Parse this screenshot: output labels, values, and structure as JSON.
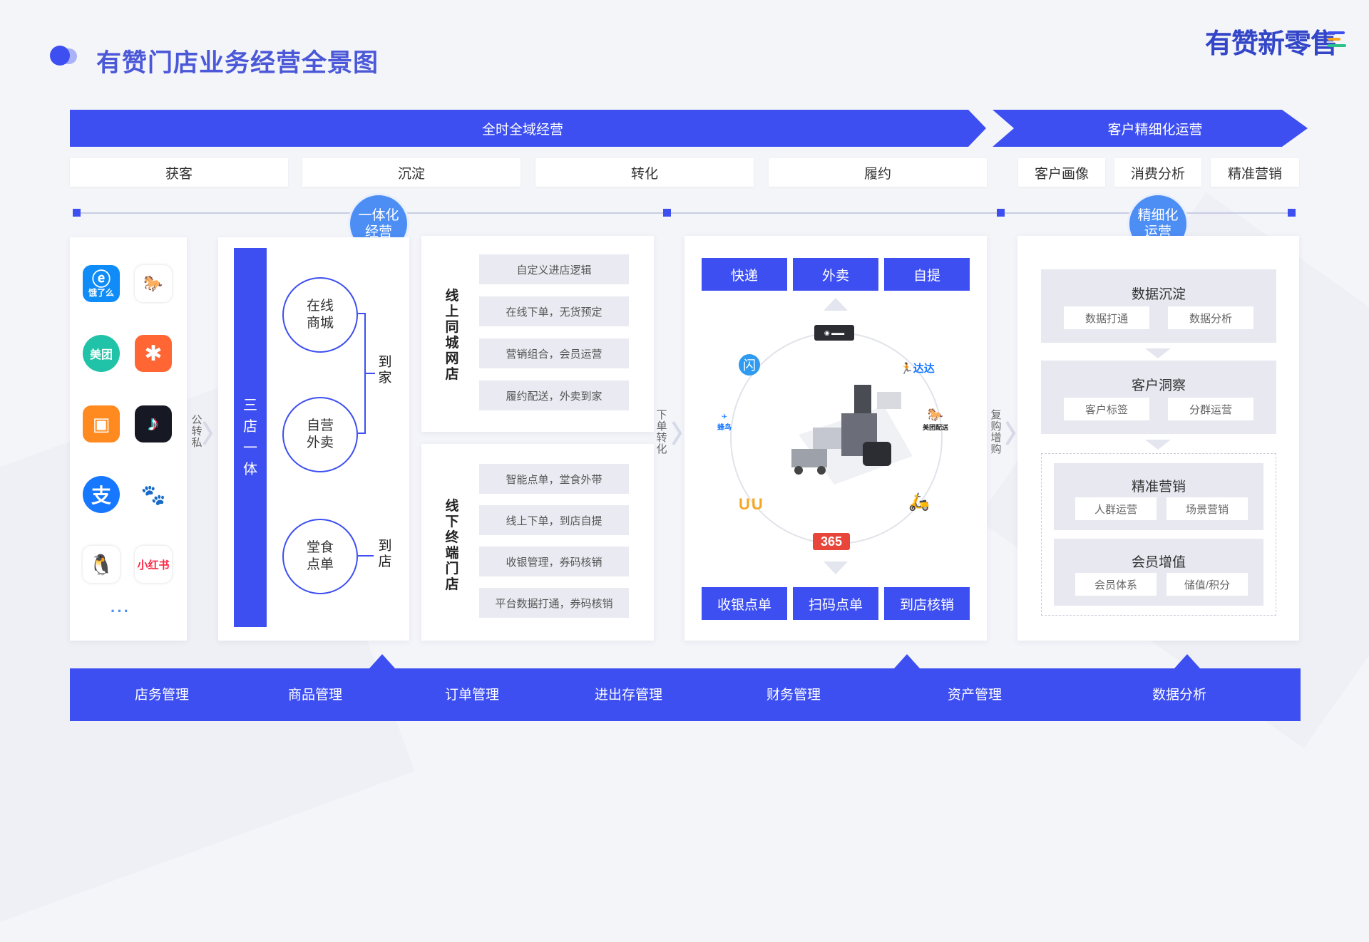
{
  "page": {
    "title": "有赞门店业务经营全景图",
    "logo": "有赞新零售"
  },
  "colors": {
    "primary": "#3d4ff1",
    "circle": "#4d8ef4",
    "logo_bars": [
      "#3d4ff1",
      "#f5a623",
      "#2bc28b"
    ]
  },
  "top_arrows": [
    "全时全域经营",
    "客户精细化运营"
  ],
  "stages": [
    "获客",
    "沉淀",
    "转化",
    "履约",
    "客户画像",
    "消费分析",
    "精准营销"
  ],
  "circle_tags": {
    "left": [
      "一体化",
      "经营"
    ],
    "right": [
      "精细化",
      "运营"
    ]
  },
  "apps": [
    {
      "name": "饿了么",
      "icon": "eleme-icon",
      "color": "#0f8cf7"
    },
    {
      "name": "美团外卖",
      "icon": "meituan-waimai-icon",
      "color": "#ffffff"
    },
    {
      "name": "美团",
      "icon": "meituan-icon",
      "color": "#20c3a7"
    },
    {
      "name": "大众点评",
      "icon": "dianping-icon",
      "color": "#ff6633"
    },
    {
      "name": "快手",
      "icon": "kuaishou-icon",
      "color": "#ff8a1f"
    },
    {
      "name": "抖音",
      "icon": "douyin-icon",
      "color": "#161823"
    },
    {
      "name": "支付宝",
      "icon": "alipay-icon",
      "color": "#1677ff"
    },
    {
      "name": "百度",
      "icon": "baidu-icon",
      "color": "#ffffff"
    },
    {
      "name": "QQ",
      "icon": "qq-icon",
      "color": "#ffffff"
    },
    {
      "name": "小红书",
      "icon": "xiaohongshu-icon",
      "color": "#ffffff"
    }
  ],
  "app_labels": {
    "eleme": "饿了么",
    "meituan": "美团",
    "xhs": "小红书",
    "more": "···"
  },
  "side_labels": {
    "gongzhuansi": "公转私",
    "xiadan": "下单转化",
    "fugou": "复购增购"
  },
  "store": {
    "vbar": "三店一体",
    "rings": [
      "在线商城",
      "自营外卖",
      "堂食点单"
    ],
    "tags": [
      "到家",
      "到店"
    ]
  },
  "online": {
    "label": "线上同城网店",
    "items": [
      "自定义进店逻辑",
      "在线下单，无货预定",
      "营销组合，会员运营",
      "履约配送，外卖到家"
    ]
  },
  "offline": {
    "label": "线下终端门店",
    "items": [
      "智能点单，堂食外带",
      "线上下单，到店自提",
      "收银管理，券码核销",
      "平台数据打通，券码核销"
    ]
  },
  "fulfill": {
    "top": [
      "快递",
      "外卖",
      "自提"
    ],
    "bottom": [
      "收银点单",
      "扫码点单",
      "到店核销"
    ],
    "partners": [
      "达达",
      "美团配送",
      "365",
      "UU"
    ]
  },
  "crm": [
    {
      "title": "数据沉淀",
      "chips": [
        "数据打通",
        "数据分析"
      ]
    },
    {
      "title": "客户洞察",
      "chips": [
        "客户标签",
        "分群运营"
      ]
    },
    {
      "title": "精准营销",
      "chips": [
        "人群运营",
        "场景营销"
      ]
    },
    {
      "title": "会员增值",
      "chips": [
        "会员体系",
        "储值/积分"
      ]
    }
  ],
  "bottom_bar": [
    "店务管理",
    "商品管理",
    "订单管理",
    "进出存管理",
    "财务管理",
    "资产管理",
    "数据分析"
  ]
}
